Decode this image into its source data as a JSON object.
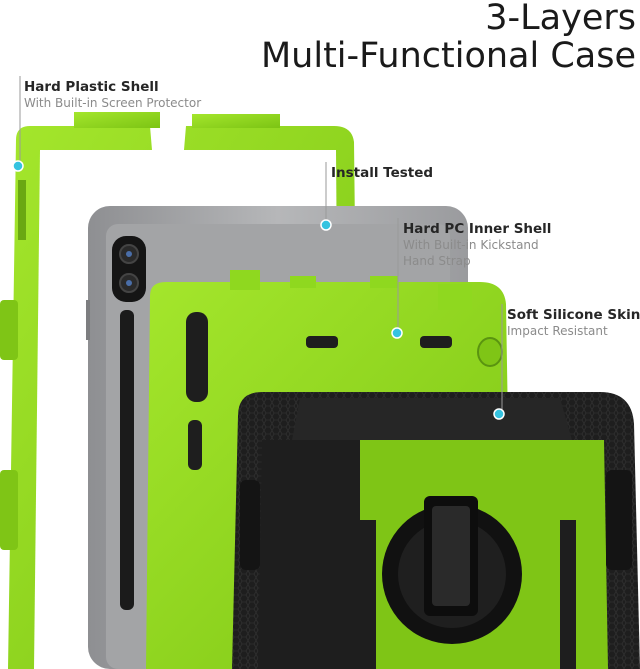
{
  "headline": {
    "line1": "3-Layers",
    "line2": "Multi-Functional Case"
  },
  "callouts": {
    "hard_plastic": {
      "title": "Hard Plastic Shell",
      "subtitle": "With Built-in Screen Protector"
    },
    "install": {
      "title": "Install Tested"
    },
    "inner_shell": {
      "title": "Hard PC Inner Shell",
      "subtitle_1": "With Built-in Kickstand",
      "subtitle_2": "Hand Strap"
    },
    "silicone": {
      "title": "Soft Silicone Skin",
      "subtitle": "Impact Resistant"
    }
  },
  "colors": {
    "accent_green": "#8fdc1f",
    "callout_dot": "#35c3e0",
    "case_black": "#1c1c1c",
    "tablet_gray": "#a9aaac"
  }
}
